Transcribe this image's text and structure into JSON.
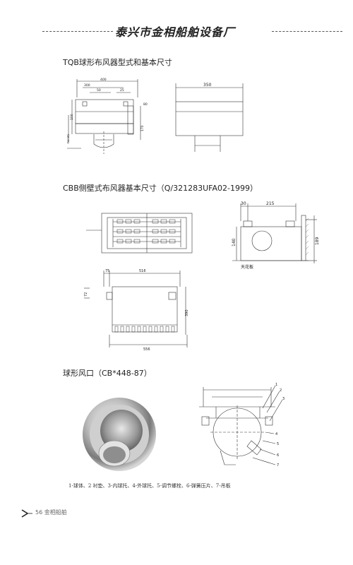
{
  "header": {
    "company": "泰兴市金相船舶设备厂"
  },
  "sections": {
    "tqb": {
      "title": "TQB球形布风器型式和基本尺寸",
      "dims": {
        "d400": "400",
        "d300": "300",
        "d50": "50",
        "d25": "25",
        "d80": "80",
        "d100": "100",
        "d60": "60-95",
        "d170": "170",
        "d350": "350"
      }
    },
    "cbb": {
      "title": "CBB侧壁式布风器基本尺寸（Q/321283UFA02-1999）",
      "dims": {
        "d30": "30",
        "d215": "215",
        "d140": "140",
        "d189": "189",
        "ceiling": "天花板",
        "d75": "75",
        "d516": "516",
        "d72": "72",
        "d390": "390",
        "d556": "556"
      }
    },
    "ball": {
      "title": "球形风口（CB*448-87）",
      "caption": "1-球体、2 衬垫、3-内球托、4-外球托、5-调节螺栓、6-弹簧压片、7-吊板",
      "parts": [
        "1",
        "2",
        "3",
        "4",
        "5",
        "6",
        "7"
      ]
    }
  },
  "footer": {
    "page": "56",
    "brand": "金相船舶"
  }
}
